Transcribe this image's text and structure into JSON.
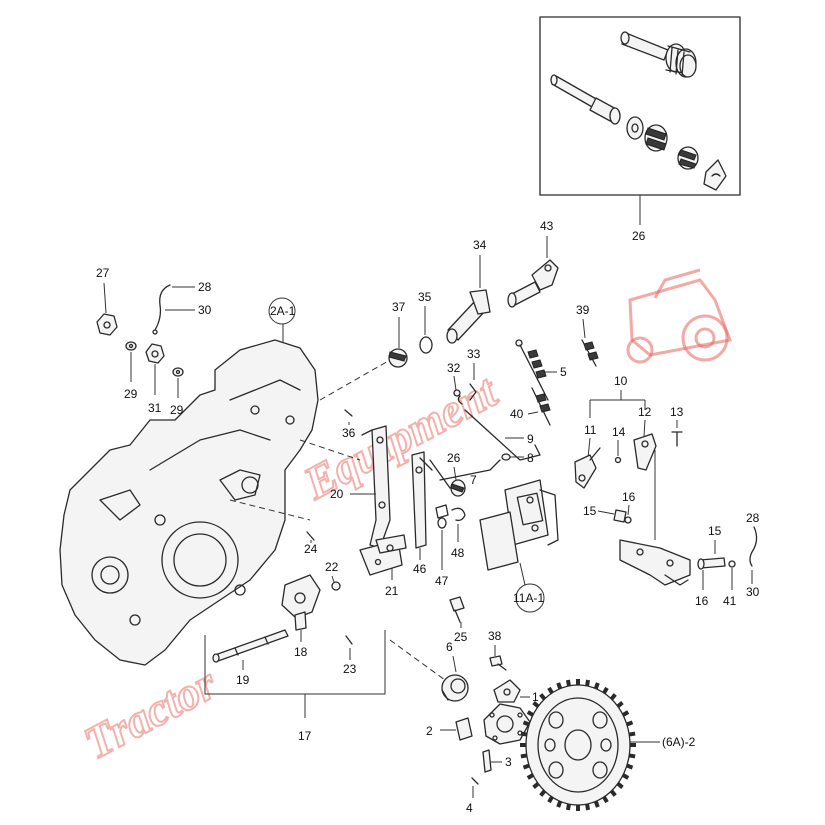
{
  "callouts": {
    "c1": "1",
    "c2": "2",
    "c3": "3",
    "c4": "4",
    "c5": "5",
    "c6": "6",
    "c6a2": "(6A)-2",
    "c7": "7",
    "c8": "8",
    "c9": "9",
    "c10": "10",
    "c11": "11",
    "c11a1": "11A-1",
    "c12": "12",
    "c13": "13",
    "c14": "14",
    "c15a": "15",
    "c15b": "15",
    "c16a": "16",
    "c16b": "16",
    "c17": "17",
    "c18": "18",
    "c19": "19",
    "c20": "20",
    "c21": "21",
    "c22": "22",
    "c23": "23",
    "c24": "24",
    "c25": "25",
    "c26a": "26",
    "c26b": "26",
    "c27": "27",
    "c28a": "28",
    "c28b": "28",
    "c29a": "29",
    "c29b": "29",
    "c30a": "30",
    "c30b": "30",
    "c31": "31",
    "c32": "32",
    "c33": "33",
    "c34": "34",
    "c35": "35",
    "c36": "36",
    "c37": "37",
    "c38": "38",
    "c39": "39",
    "c40": "40",
    "c41": "41",
    "c43": "43",
    "c46": "46",
    "c47": "47",
    "c48": "48",
    "c2a1": "2A-1"
  },
  "watermark": {
    "text": "Tractor Equipment",
    "color": "#e8655c",
    "logo": "tractor-logo"
  }
}
